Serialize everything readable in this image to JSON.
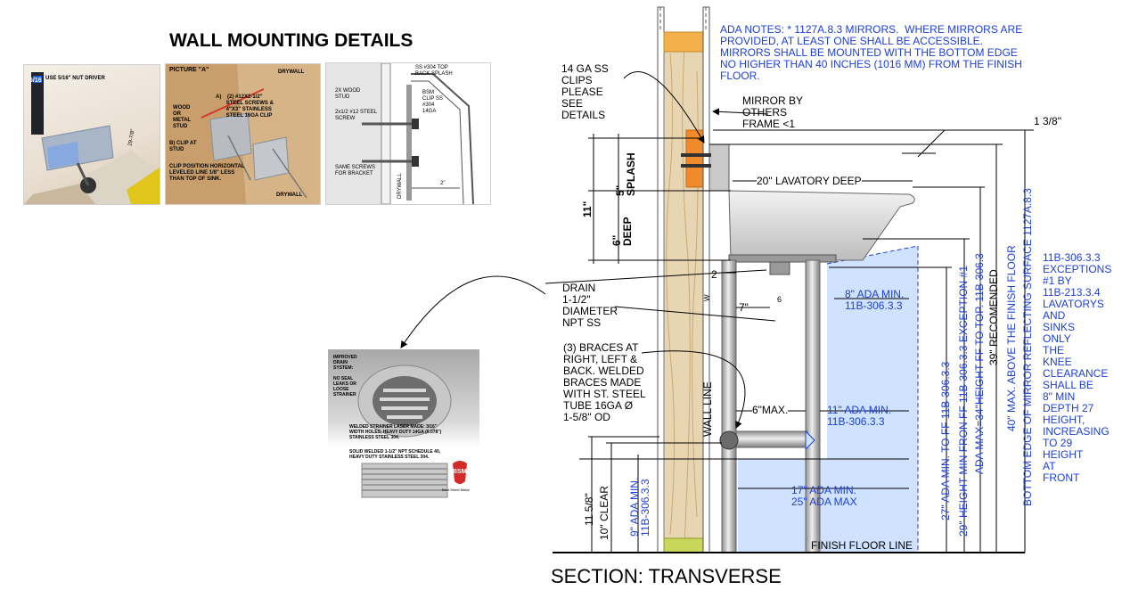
{
  "title": "WALL MOUNTING DETAILS",
  "photos": {
    "driver": {
      "label": "USE 5/16\" NUT DRIVER",
      "bit": "5/16",
      "dim": "29-7/8\""
    },
    "picture_a": {
      "title": "PICTURE \"A\"",
      "drywall": "DRYWALL",
      "stud": "WOOD\nOR\nMETAL\nSTUD",
      "a_note": "A)    (2) #12X2-1/2\"\n       STEEL SCREWS &\n       4\"X3\" STAINLESS\n       STEEL 16GA CLIP",
      "b_note": "B) CLIP AT\nSTUD",
      "clip_note": "CLIP POSITION HORIZONTAL\nLEVELED LINE 1/8\" LESS\nTHAN TOP OF SINK.",
      "drywall2": "DRYWALL"
    },
    "section_sketch": {
      "top": "SS #304 TOP\nBACK SPLASH",
      "stud": "2X WOOD\nSTUD",
      "screw": "2x1/2 #12 STEEL\nSCREW",
      "clip": "BSM\nCLIP SS\n#304\n14GA",
      "same": "SAME SCREWS\nFOR BRACKET",
      "drywall": "DRYWALL",
      "dim": "2\""
    },
    "drain": {
      "improved": "IMPROVED\nDRAIN\nSYSTEM:",
      "noseal": "NO SEAL\nLEAKS OR\nLOOSE\nSTRAINER",
      "welded": "WELDED STRAINER LASER MADE: 3/16\"\nWIDTH HOLES, HEAVY DUTY 14GA (0.078\")\nSTAINLESS STEEL 304.",
      "solid": "SOLID WELDED 1-1/2\" NPT SCHEDULE 40,\nHEAVY DUTY STAINLESS STEEL 304.",
      "logo": "BSM",
      "logo_sub": "Best Sheet Metal"
    }
  },
  "notes": {
    "ada": "ADA NOTES: * 1127A.8.3 MIRRORS.  WHERE MIRRORS ARE\nPROVIDED, AT LEAST ONE SHALL BE ACCESSIBLE.\nMIRRORS SHALL BE MOUNTED WITH THE BOTTOM EDGE\nNO HIGHER THAN 40 INCHES (1016 MM) FROM THE FINISH\nFLOOR.",
    "clips": "14 GA SS\nCLIPS\nPLEASE\nSEE\nDETAILS",
    "mirror": "MIRROR BY\nOTHERS\nFRAME <1",
    "drain": "DRAIN\n1-1/2\"\nDIAMETER\nNPT SS",
    "braces": "(3) BRACES AT\nRIGHT, LEFT &\nBACK. WELDED\nBRACES MADE\nWITH ST. STEEL\nTUBE 16GA Ø\n1-5/8\" OD",
    "exceptions": "11B-306.3.3\nEXCEPTIONS\n#1 BY\n11B-213.3.4\nLAVATORYS\nAND\nSINKS\nONLY\nTHE\nKNEE\nCLEARANCE\nSHALL BE\n8\" MIN\nDEPTH 27\nHEIGHT,\nINCREASING\nTO 29\nHEIGHT\nAT\nFRONT"
  },
  "dims": {
    "d138": "1 3/8\"",
    "lavatory": "20\" LAVATORY DEEP",
    "splash": "5\"\nSPLASH",
    "deep": "6\"\nDEEP",
    "eleven": "11\"",
    "two": "2",
    "seven": "7\"",
    "six_small": "6",
    "ada8": "8\" ADA MIN.\n11B-306.3.3",
    "six_max": "6\"MAX.",
    "ada11": "11\" ADA MIN.\n11B-306.3.3",
    "ada17": "17\" ADA MIN.\n25\" ADA MAX",
    "floor": "FINISH FLOOR LINE",
    "wall_line": "WALL LINE",
    "w": "W",
    "ada9": "9\" ADA MIN.\n11B-306.3.3",
    "clear10": "10\" CLEAR",
    "d1158": "11 5/8\"",
    "v27": "27\" ADA MIN. TO FF 11B-306.3.3",
    "v29": "29\" HEIGHT MIN FRON FF 11B-306.3.3 EXCEPTION #1",
    "v34": "ADA MAX=34\"HEIGHT FF TO TOP. 11B-306.3",
    "v39": "39\" RECOMENDED",
    "v40": "40\" MAX. ABOVE THE FINISH FLOOR",
    "vbottom": "BOTTOM EDGE OF MIRROR REFLECTING SURFACE 1127A.8.3"
  },
  "section_title": "SECTION: TRANSVERSE"
}
